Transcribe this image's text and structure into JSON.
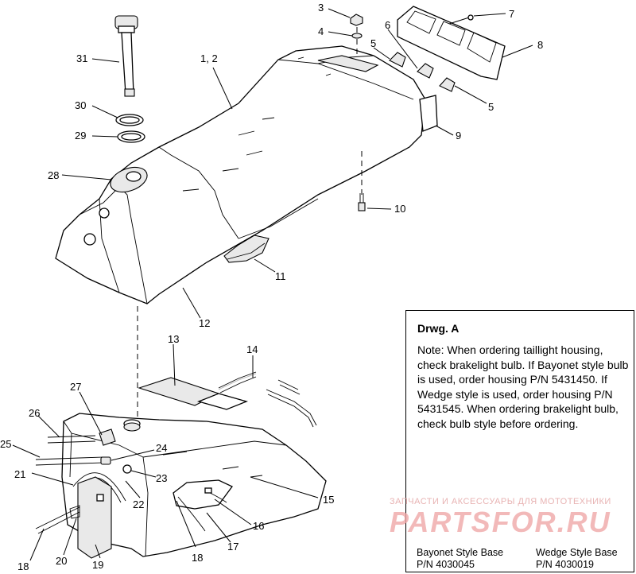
{
  "callouts": {
    "c1_2": "1, 2",
    "c3": "3",
    "c4": "4",
    "c5a": "5",
    "c5b": "5",
    "c6": "6",
    "c7": "7",
    "c8": "8",
    "c9": "9",
    "c10": "10",
    "c11": "11",
    "c12": "12",
    "c13": "13",
    "c14": "14",
    "c15": "15",
    "c16": "16",
    "c17": "17",
    "c18a": "18",
    "c18b": "18",
    "c19": "19",
    "c20": "20",
    "c21": "21",
    "c22": "22",
    "c23": "23",
    "c24": "24",
    "c25": "25",
    "c26": "26",
    "c27": "27",
    "c28": "28",
    "c29": "29",
    "c30": "30",
    "c31": "31"
  },
  "note_box": {
    "title": "Drwg. A",
    "text": "Note: When ordering taillight housing, check brakelight bulb.  If Bayonet style bulb is  used, order housing P/N 5431450.  If Wedge style is used, order housing P/N 5431545.  When ordering brakelight bulb, check bulb style before ordering.",
    "bayonet_name": "Bayonet Style Base",
    "bayonet_pn": "P/N 4030045",
    "wedge_name": "Wedge Style Base",
    "wedge_pn": "P/N 4030019"
  },
  "watermark": {
    "line1": "ЗАПЧАСТИ И АКСЕССУАРЫ ДЛЯ МОТОТЕХНИКИ",
    "line2": "PARTSFOR.RU",
    "color": "#e88a8a"
  }
}
